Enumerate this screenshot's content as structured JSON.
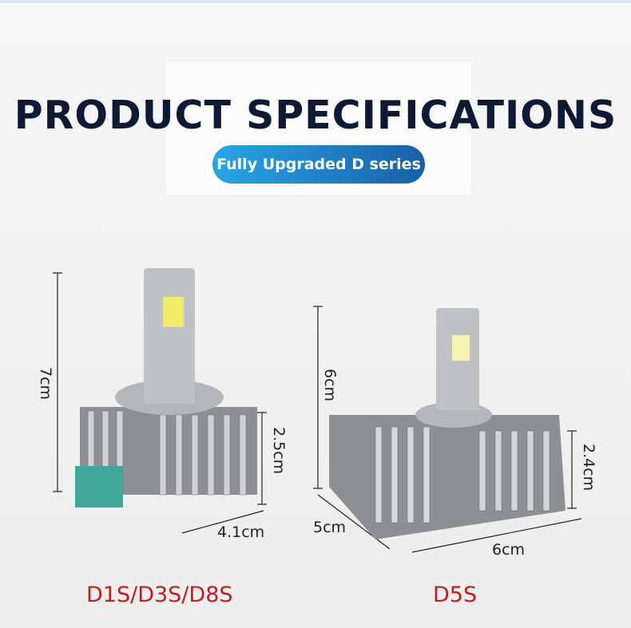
{
  "header": {
    "title": "PRODUCT SPECIFICATIONS",
    "badge": "Fully Upgraded D series"
  },
  "products": [
    {
      "model": "D1S/D3S/D8S",
      "height": "7cm",
      "base_height": "2.5cm",
      "width": "4.1cm"
    },
    {
      "model": "D5S",
      "height": "6cm",
      "base_height": "2.4cm",
      "depth": "5cm",
      "width": "6cm"
    }
  ],
  "colors": {
    "title": "#0e1a33",
    "badge_start": "#27a6e6",
    "badge_end": "#1a5fa6",
    "model": "#c0201c",
    "connector": "#3fa79a"
  }
}
